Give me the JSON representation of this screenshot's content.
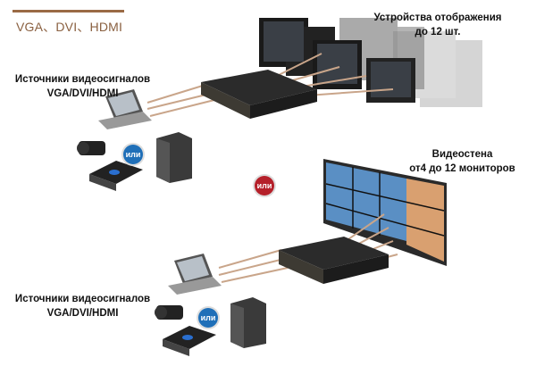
{
  "header": {
    "formats": "VGA、DVI、HDMI"
  },
  "top": {
    "sources_line1": "Источники видеосигналов",
    "sources_line2": "VGA/DVI/HDMI",
    "displays_line1": "Устройства отображения",
    "displays_line2": "до 12 шт.",
    "or_label": "или"
  },
  "middle": {
    "or_label": "или"
  },
  "bottom": {
    "videowall_line1": "Видеостена",
    "videowall_line2": "от4 до 12 мониторов",
    "sources_line1": "Источники видеосигналов",
    "sources_line2": "VGA/DVI/HDMI",
    "or_label": "или"
  },
  "colors": {
    "brand": "#8a6040",
    "blue_badge": "#1f6fb8",
    "red_badge": "#b5202a",
    "cable": "#c9a58a"
  }
}
